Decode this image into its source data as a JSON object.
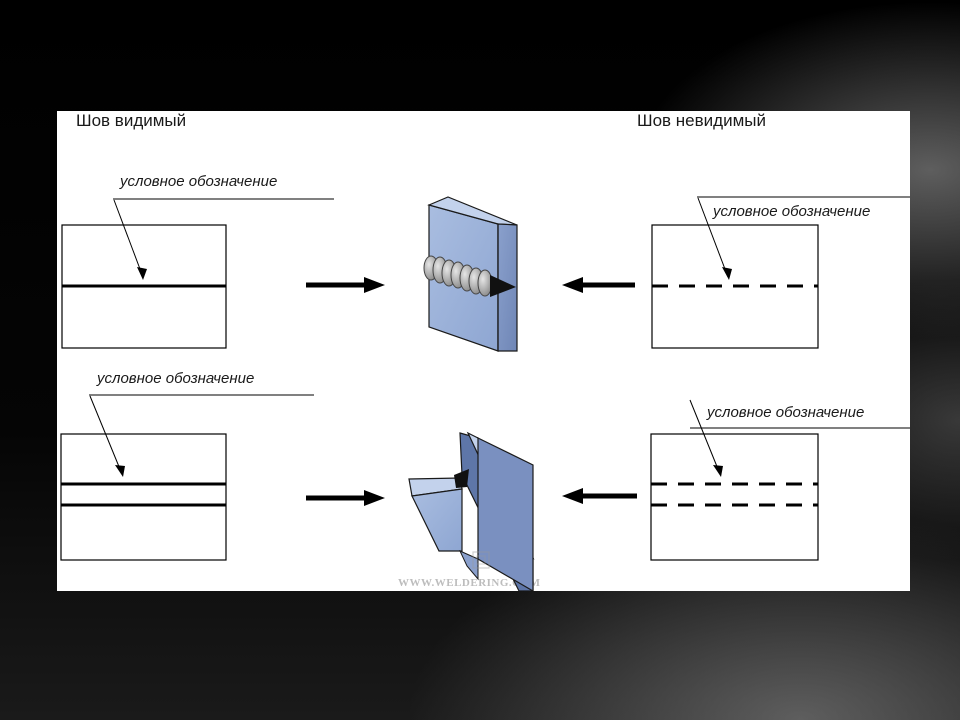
{
  "headings": {
    "visible": "Шов видимый",
    "invisible": "Шов невидимый"
  },
  "notes": {
    "top_left": "условное обозначение",
    "top_right": "условное обозначение",
    "bottom_left": "условное обозначение",
    "bottom_right": "условное обозначение"
  },
  "watermark": "WWW.WELDERING.COM",
  "colors": {
    "plate_front": "#9db3d9",
    "plate_side": "#7f96c4",
    "plate_top": "#b9cae6",
    "weld_bead": "#b8b8b8",
    "line": "#000000"
  }
}
